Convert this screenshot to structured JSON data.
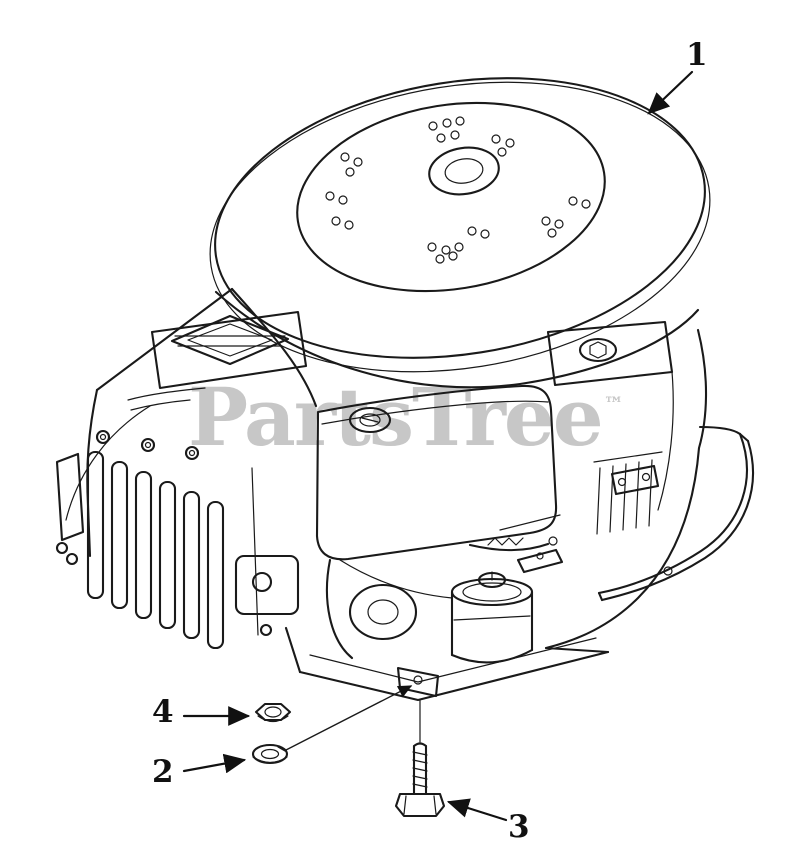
{
  "watermark": {
    "text": "PartsTree",
    "trademark": "™"
  },
  "callouts": {
    "c1": {
      "label": "1"
    },
    "c2": {
      "label": "2"
    },
    "c3": {
      "label": "3"
    },
    "c4": {
      "label": "4"
    }
  },
  "colors": {
    "ink": "#1a1a1a",
    "watermark": "#c7c7c7",
    "background": "#ffffff"
  }
}
